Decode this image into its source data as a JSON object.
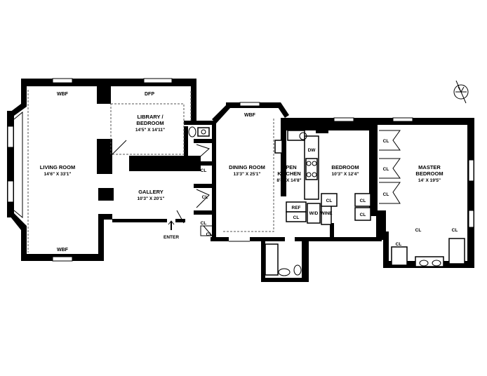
{
  "rooms": {
    "living": {
      "name": "LIVING ROOM",
      "dims": "14'6\" X 33'1\""
    },
    "library": {
      "name_line1": "LIBRARY /",
      "name_line2": "BEDROOM",
      "dims": "14'5\" X 14'11\""
    },
    "gallery": {
      "name": "GALLERY",
      "dims": "10'3\" X 20'1\""
    },
    "dining": {
      "name": "DINING ROOM",
      "dims": "13'3\" X 25'1\""
    },
    "kitchen": {
      "name_line1": "OPEN",
      "name_line2": "KITCHEN",
      "dims": "8'4\" X 14'8\""
    },
    "bedroom": {
      "name": "BEDROOM",
      "dims": "10'3\" X 12'4\""
    },
    "master": {
      "name_line1": "MASTER",
      "name_line2": "BEDROOM",
      "dims": "14' X 19'5\""
    }
  },
  "labels": {
    "wbf": "WBF",
    "dfp": "DFP",
    "closet": "CL",
    "dw": "DW",
    "ref": "REF",
    "wd": "W/D",
    "wine": "WINE",
    "enter": "ENTER"
  }
}
